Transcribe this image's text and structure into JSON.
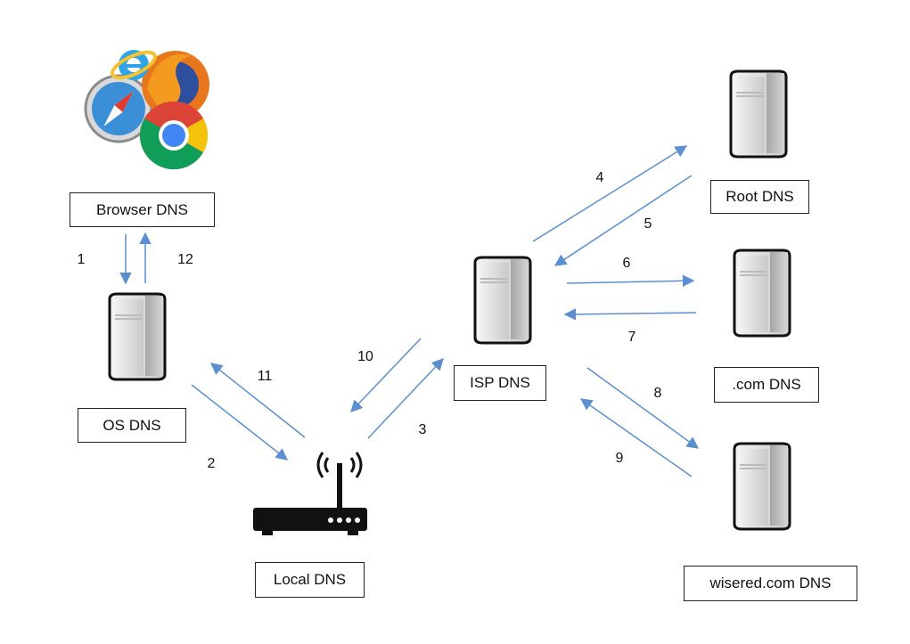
{
  "nodes": {
    "browser": "Browser DNS",
    "os": "OS DNS",
    "local": "Local DNS",
    "isp": "ISP DNS",
    "root": "Root DNS",
    "com": ".com DNS",
    "wisered": "wisered.com DNS"
  },
  "steps": [
    "1",
    "2",
    "3",
    "4",
    "5",
    "6",
    "7",
    "8",
    "9",
    "10",
    "11",
    "12"
  ],
  "colors": {
    "arrow": "#5b8fd0",
    "outline": "#111111"
  },
  "icons": {
    "browsers": [
      "internet-explorer-icon",
      "firefox-icon",
      "safari-icon",
      "chrome-icon"
    ],
    "servers": "server-icon",
    "router": "wifi-router-icon"
  }
}
